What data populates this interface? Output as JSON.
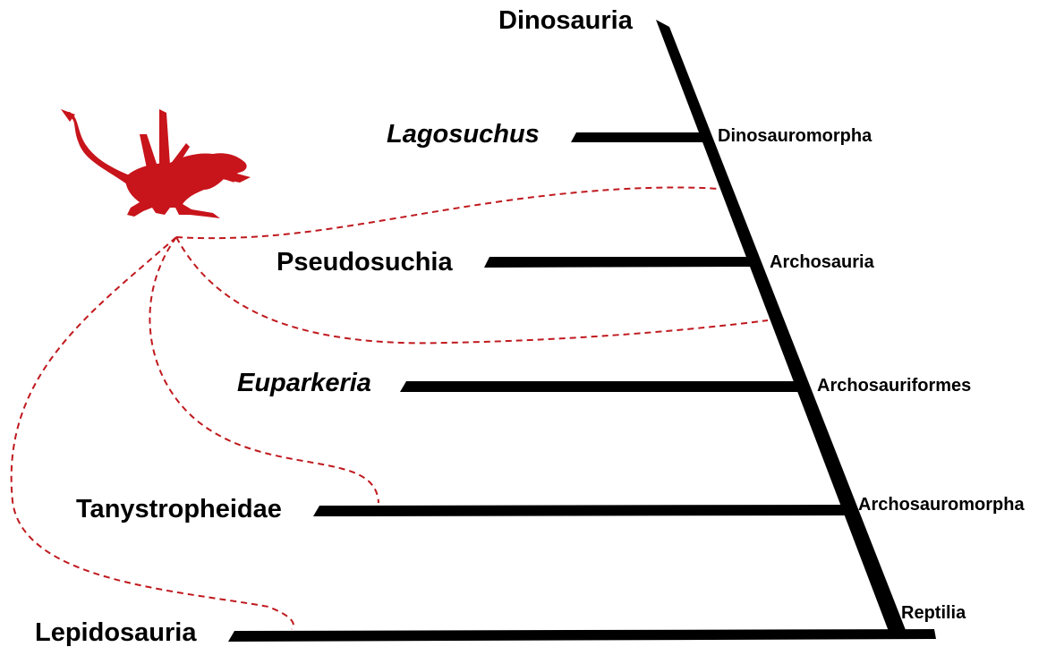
{
  "taxa": {
    "dinosauria": "Dinosauria",
    "lagosuchus": "Lagosuchus",
    "pseudosuchia": "Pseudosuchia",
    "euparkeria": "Euparkeria",
    "tanystropheidae": "Tanystropheidae",
    "lepidosauria": "Lepidosauria"
  },
  "nodes": {
    "dinosauromorpha": "Dinosauromorpha",
    "archosauria": "Archosauria",
    "archosauriformes": "Archosauriformes",
    "archosauromorpha": "Archosauromorpha",
    "reptilia": "Reptilia"
  },
  "colors": {
    "branch": "#000000",
    "dashed_link": "#c0191e",
    "silhouette": "#c8141b"
  },
  "icons": {
    "silhouette": "reptile-silhouette-icon"
  }
}
